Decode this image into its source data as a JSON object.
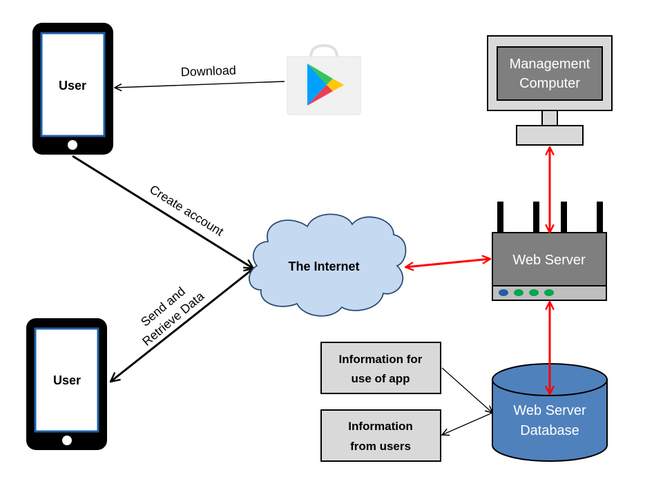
{
  "nodes": {
    "user_top": "User",
    "user_bottom": "User",
    "internet": "The Internet",
    "management_computer": [
      "Management",
      "Computer"
    ],
    "web_server": "Web Server",
    "database": [
      "Web Server",
      "Database"
    ],
    "info_use_of_app": [
      "Information for",
      "use of app"
    ],
    "info_from_users": [
      "Information",
      "from users"
    ]
  },
  "edges": {
    "download": "Download",
    "create_account": "Create account",
    "send_retrieve": [
      "Send and",
      "Retrieve Data"
    ]
  },
  "colors": {
    "phone_body": "#000000",
    "phone_screen_border": "#1f5fa8",
    "cloud_fill": "#c5d9f1",
    "cloud_stroke": "#2a4d74",
    "server_body": "#7f7f7f",
    "server_panel": "#bfbfbf",
    "monitor_frame": "#d9d9d9",
    "monitor_screen": "#7f7f7f",
    "database_fill": "#4f81bd",
    "box_fill": "#d9d9d9",
    "red_arrow": "#ff0000",
    "black_arrow": "#000000"
  },
  "icons": {
    "store": "google-play-store-icon",
    "phone": "smartphone-icon",
    "monitor": "monitor-icon",
    "router": "router-server-icon",
    "database": "database-cylinder-icon",
    "cloud": "cloud-icon"
  }
}
